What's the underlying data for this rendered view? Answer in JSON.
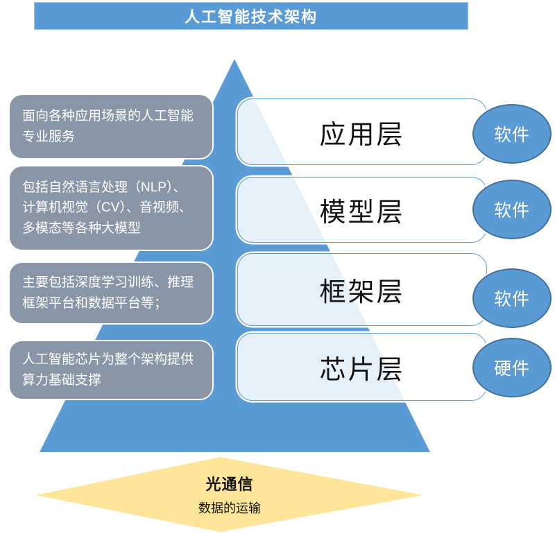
{
  "title": "人工智能技术架构",
  "colors": {
    "primary_blue": "#5B9BD5",
    "badge_border_blue": "#41719C",
    "callout_gray": "#8A96A8",
    "foundation_yellow": "#FFE599",
    "text_light": "#FFFFFF",
    "text_dark": "#111111"
  },
  "layers": [
    {
      "name": "应用层",
      "badge": "软件",
      "desc": "面向各种应用场景的人工智能专业服务"
    },
    {
      "name": "模型层",
      "badge": "软件",
      "desc": "包括自然语言处理（NLP）、计算机视觉（CV）、音视频、多模态等各种大模型"
    },
    {
      "name": "框架层",
      "badge": "软件",
      "desc": "主要包括深度学习训练、推理框架平台和数据平台等；"
    },
    {
      "name": "芯片层",
      "badge": "硬件",
      "desc": "人工智能芯片为整个架构提供算力基础支撑"
    }
  ],
  "foundation": {
    "title": "光通信",
    "subtitle": "数据的运输"
  }
}
